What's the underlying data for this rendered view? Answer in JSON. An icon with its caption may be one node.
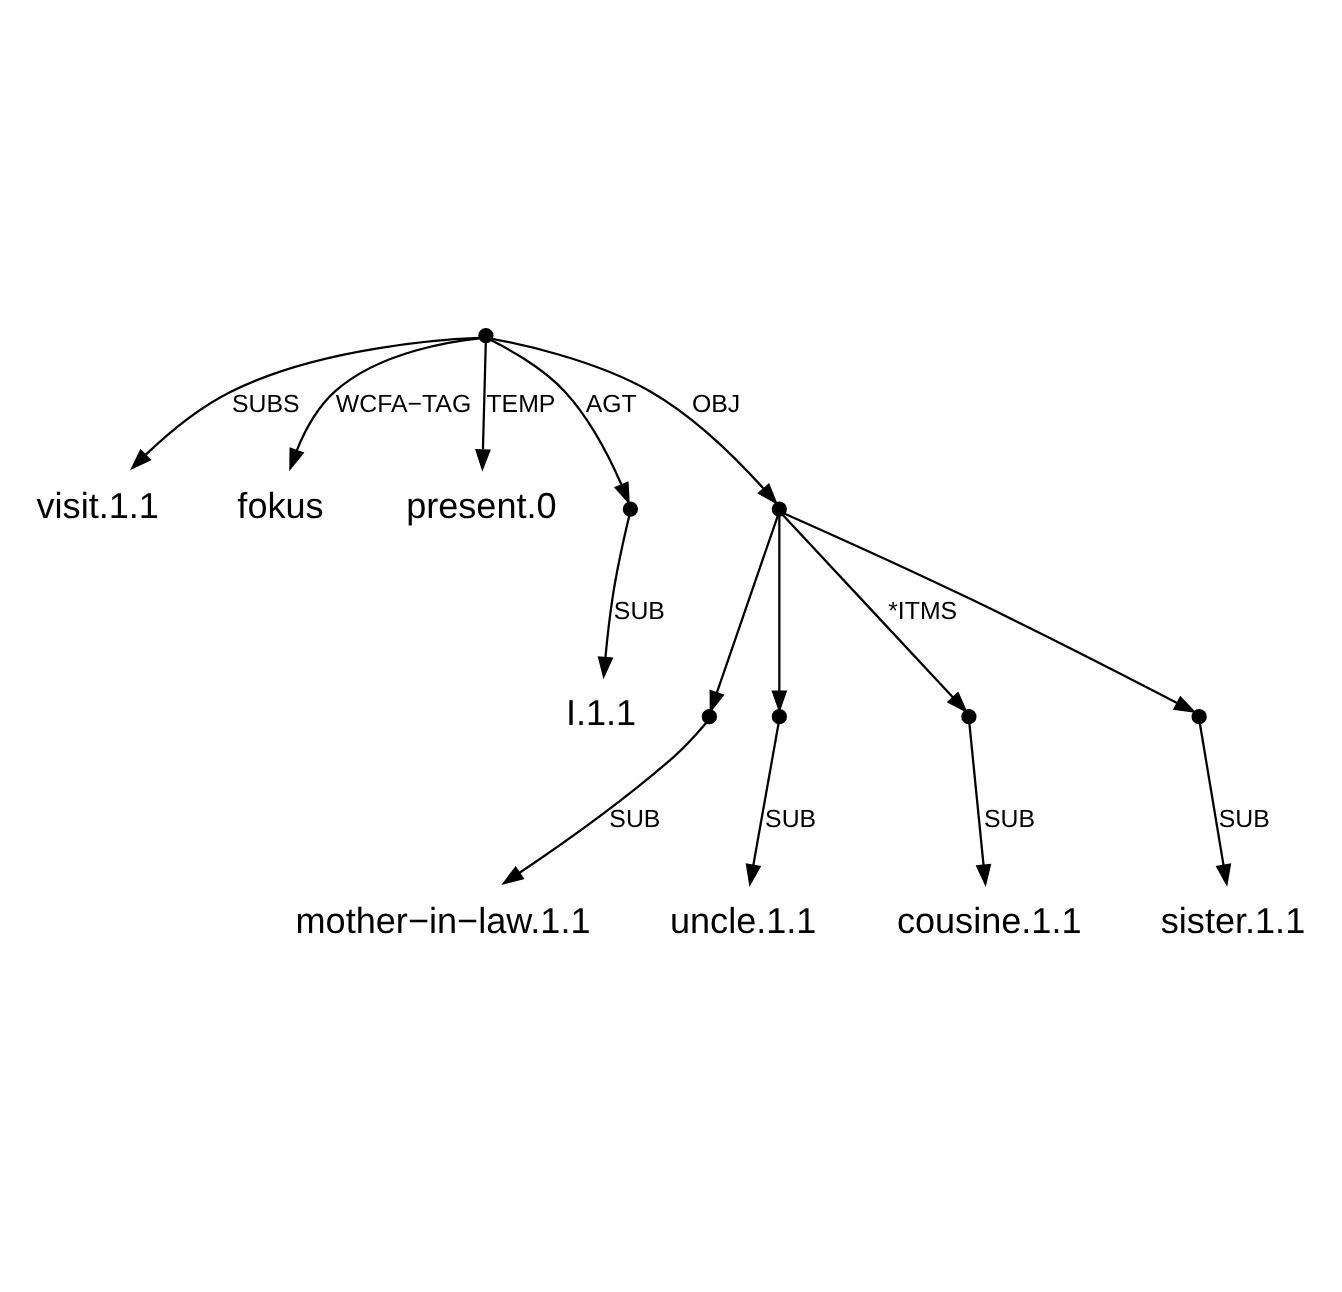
{
  "diagram": {
    "nodes": [
      {
        "text": [],
        "shape": "dot"
      },
      {
        "text": [
          "visit.1.1"
        ]
      },
      {
        "text": [
          "fokus"
        ]
      },
      {
        "text": [
          "present.0"
        ]
      },
      {
        "text": [],
        "shape": "dot"
      },
      {
        "text": [
          "I.1.1"
        ]
      },
      {
        "text": [],
        "shape": "dot"
      },
      {
        "text": [],
        "shape": "dot"
      },
      {
        "text": [
          "mother−in−law.1.1"
        ]
      },
      {
        "text": [],
        "shape": "dot"
      },
      {
        "text": [
          "uncle.1.1"
        ]
      },
      {
        "text": [],
        "shape": "dot"
      },
      {
        "text": [
          "cousine.1.1"
        ]
      },
      {
        "text": [],
        "shape": "dot"
      },
      {
        "text": [
          "sister.1.1"
        ]
      }
    ],
    "edges": [
      {
        "from": 0,
        "to": 1,
        "arrow": "to",
        "label": "SUBS"
      },
      {
        "from": 0,
        "to": 2,
        "arrow": "to",
        "label": "WCFA−TAG"
      },
      {
        "from": 0,
        "to": 3,
        "arrow": "to",
        "label": "TEMP"
      },
      {
        "from": 0,
        "to": 4,
        "arrow": "to",
        "label": "AGT"
      },
      {
        "from": 4,
        "to": 5,
        "arrow": "to",
        "label": "SUB"
      },
      {
        "from": 0,
        "to": 6,
        "arrow": "to",
        "label": "OBJ"
      },
      {
        "from": 6,
        "to": 7,
        "arrow": "to"
      },
      {
        "from": 6,
        "to": 9,
        "arrow": "to"
      },
      {
        "from": 6,
        "to": 11,
        "arrow": "to",
        "label": "*ITMS"
      },
      {
        "from": 6,
        "to": 13,
        "arrow": "to"
      },
      {
        "from": 7,
        "to": 8,
        "arrow": "to",
        "label": "SUB"
      },
      {
        "from": 9,
        "to": 10,
        "arrow": "to",
        "label": "SUB"
      },
      {
        "from": 11,
        "to": 12,
        "arrow": "to",
        "label": "SUB"
      },
      {
        "from": 13,
        "to": 14,
        "arrow": "to",
        "label": "SUB"
      }
    ]
  }
}
